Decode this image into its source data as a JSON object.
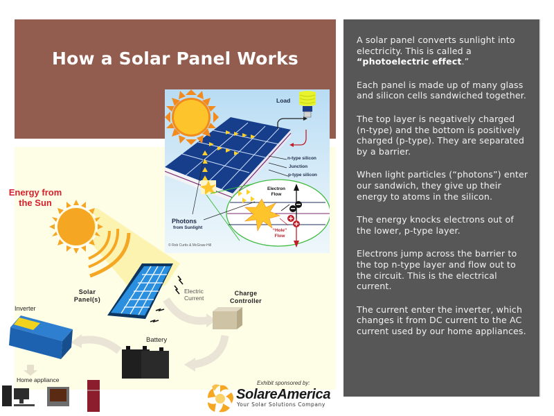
{
  "title": "How a Solar Panel Works",
  "colors": {
    "title_bg": "#925c4f",
    "text_panel_bg": "#575757",
    "cream_bg": "#fefde6",
    "energy_label": "#d41f2c"
  },
  "text_panel": {
    "paragraphs": [
      {
        "before": "A solar panel converts sunlight into electricity. This is called a ",
        "bold": "“photoelectric effect",
        "after": ".”"
      },
      {
        "text": "Each panel is made up of many glass and silicon cells sandwiched together."
      },
      {
        "text": "The top layer is negatively charged (n-type) and the bottom is positively charged (p-type). They are separated by a barrier."
      },
      {
        "text": "When light particles (“photons”) enter our sandwich, they give up their energy to atoms in the silicon."
      },
      {
        "text": "The energy knocks electrons out of the lower, p-type layer."
      },
      {
        "text": "Electrons jump across the barrier to the top n-type layer and flow out to the circuit. This is the electrical current."
      },
      {
        "text": "The current enter the inverter, which changes it from DC current to the AC current used by our home appliances."
      }
    ]
  },
  "cell_diagram": {
    "load": "Load",
    "n_type": "n-type silicon",
    "junction": "Junction",
    "p_type": "p-type silicon",
    "electron_flow": "Electron Flow",
    "hole_flow": "“Hole” Flow",
    "photons": "Photons",
    "photons_sub": "from Sunlight",
    "credit": "© Rob Curtis & McGraw-Hill"
  },
  "system_diagram": {
    "energy_from_sun": "Energy from the Sun",
    "solar_panels": "Solar Panel(s)",
    "electric_current": "Electric Current",
    "charge_controller": "Charge Controller",
    "battery": "Battery",
    "inverter": "Inverter",
    "home_appliance": "Home appliance"
  },
  "sponsor": {
    "label": "Exhibit sponsored by:",
    "brand": "SolareAmerica",
    "tagline": "Your Solar Solutions Company"
  }
}
